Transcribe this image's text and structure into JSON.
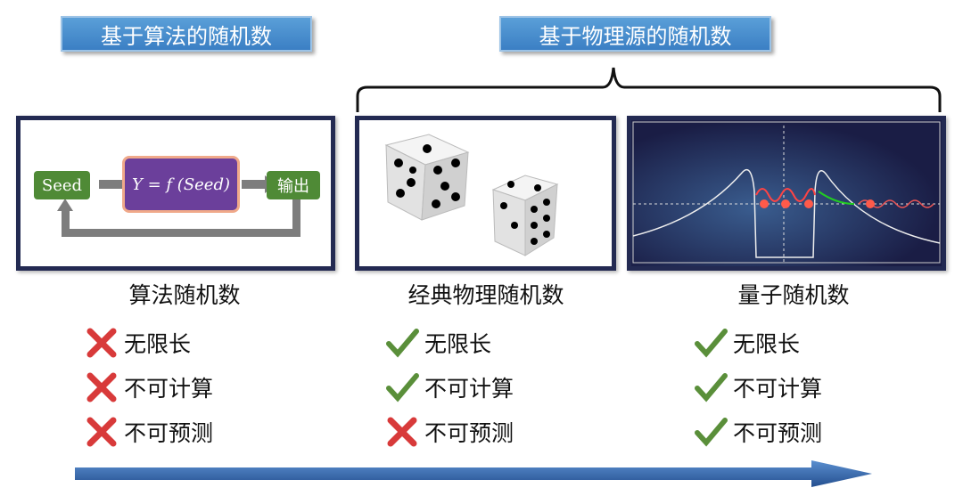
{
  "headers": {
    "algorithmic": "基于算法的随机数",
    "physical": "基于物理源的随机数"
  },
  "flow": {
    "seed": "Seed",
    "function": "Y = f (Seed)",
    "output": "输出"
  },
  "columns": [
    {
      "caption": "算法随机数",
      "criteria": [
        {
          "label": "无限长",
          "status": "cross"
        },
        {
          "label": "不可计算",
          "status": "cross"
        },
        {
          "label": "不可预测",
          "status": "cross"
        }
      ]
    },
    {
      "caption": "经典物理随机数",
      "criteria": [
        {
          "label": "无限长",
          "status": "check"
        },
        {
          "label": "不可计算",
          "status": "check"
        },
        {
          "label": "不可预测",
          "status": "cross"
        }
      ]
    },
    {
      "caption": "量子随机数",
      "criteria": [
        {
          "label": "无限长",
          "status": "check"
        },
        {
          "label": "不可计算",
          "status": "check"
        },
        {
          "label": "不可预测",
          "status": "check"
        }
      ]
    }
  ],
  "colors": {
    "header": "#3b7fc4",
    "frame": "#232a52",
    "check": "#5a8f3a",
    "cross": "#d83a3a",
    "arrow": "#2f5e9e"
  }
}
